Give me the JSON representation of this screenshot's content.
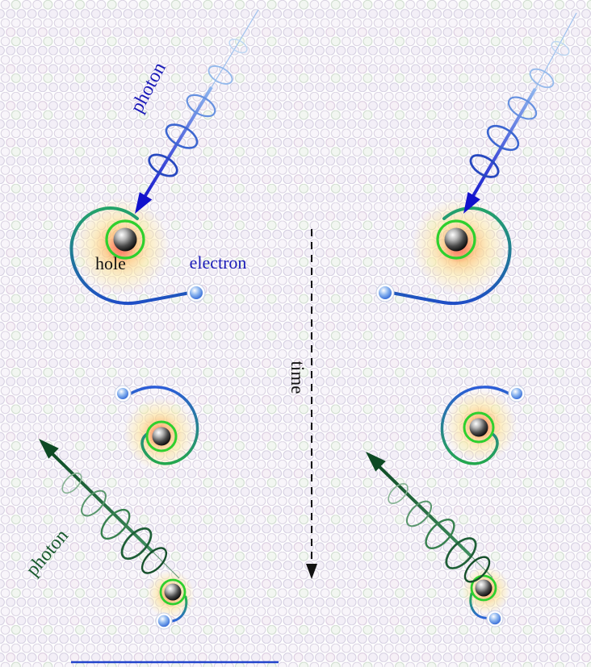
{
  "figure": {
    "labels": {
      "photon_top": "photon",
      "photon_bottom": "photon",
      "hole": "hole",
      "electron": "electron",
      "time": "time"
    },
    "colors": {
      "photon_arrow_blue": "#1212cc",
      "photon_label_blue": "#1a1ab8",
      "emission_arrow_green": "#0d4a24",
      "photon_label_green": "#195a2e",
      "ring_green": "#2ed02e",
      "spiral_teal": "#23a469",
      "spiral_blue": "#1f4ec6",
      "electron_blue": "#2b63d4",
      "glow_orange": "#ff8a5e",
      "glow_yellow": "#ffe9a0",
      "time_axis_black": "#111111",
      "lattice_stroke": "#d8d1e1",
      "baseline_blue": "#2244cc"
    }
  }
}
